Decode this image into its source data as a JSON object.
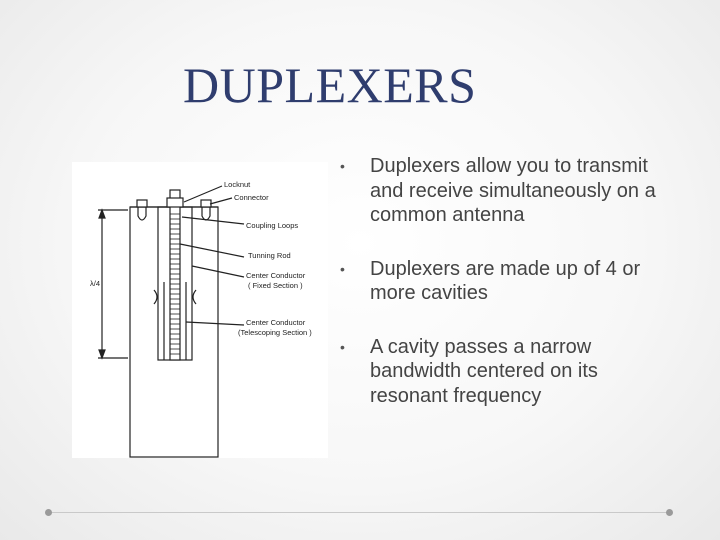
{
  "slide": {
    "title": "DUPLEXERS",
    "bullets": [
      "Duplexers allow you to transmit and receive simultaneously on a common antenna",
      "Duplexers are made up of 4 or more cavities",
      "A cavity passes a narrow bandwidth centered on its resonant frequency"
    ]
  },
  "diagram": {
    "labels": {
      "locknut": "Locknut",
      "connector": "Connector",
      "coupling_loops": "Coupling Loops",
      "tuning_rod": "Tunning Rod",
      "center_fixed_1": "Center Conductor",
      "center_fixed_2": "( Fixed Section )",
      "center_tele_1": "Center Conductor",
      "center_tele_2": "(Telescoping Section )",
      "quarter_wave": "λ/4"
    }
  },
  "colors": {
    "title": "#2f3d6e",
    "text": "#444444"
  }
}
